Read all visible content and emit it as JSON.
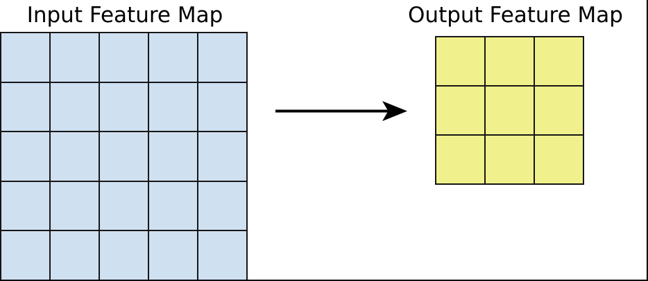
{
  "figure": {
    "input": {
      "title": "Input Feature Map",
      "rows": 5,
      "cols": 5,
      "cell_fill": "#CFE0F1"
    },
    "output": {
      "title": "Output Feature Map",
      "rows": 3,
      "cols": 3,
      "cell_fill": "#F0F18C"
    },
    "arrow": {
      "direction": "right",
      "color": "#000000"
    },
    "grid_line_color": "#161616",
    "frame_color": "#000000",
    "background": "#ffffff"
  }
}
